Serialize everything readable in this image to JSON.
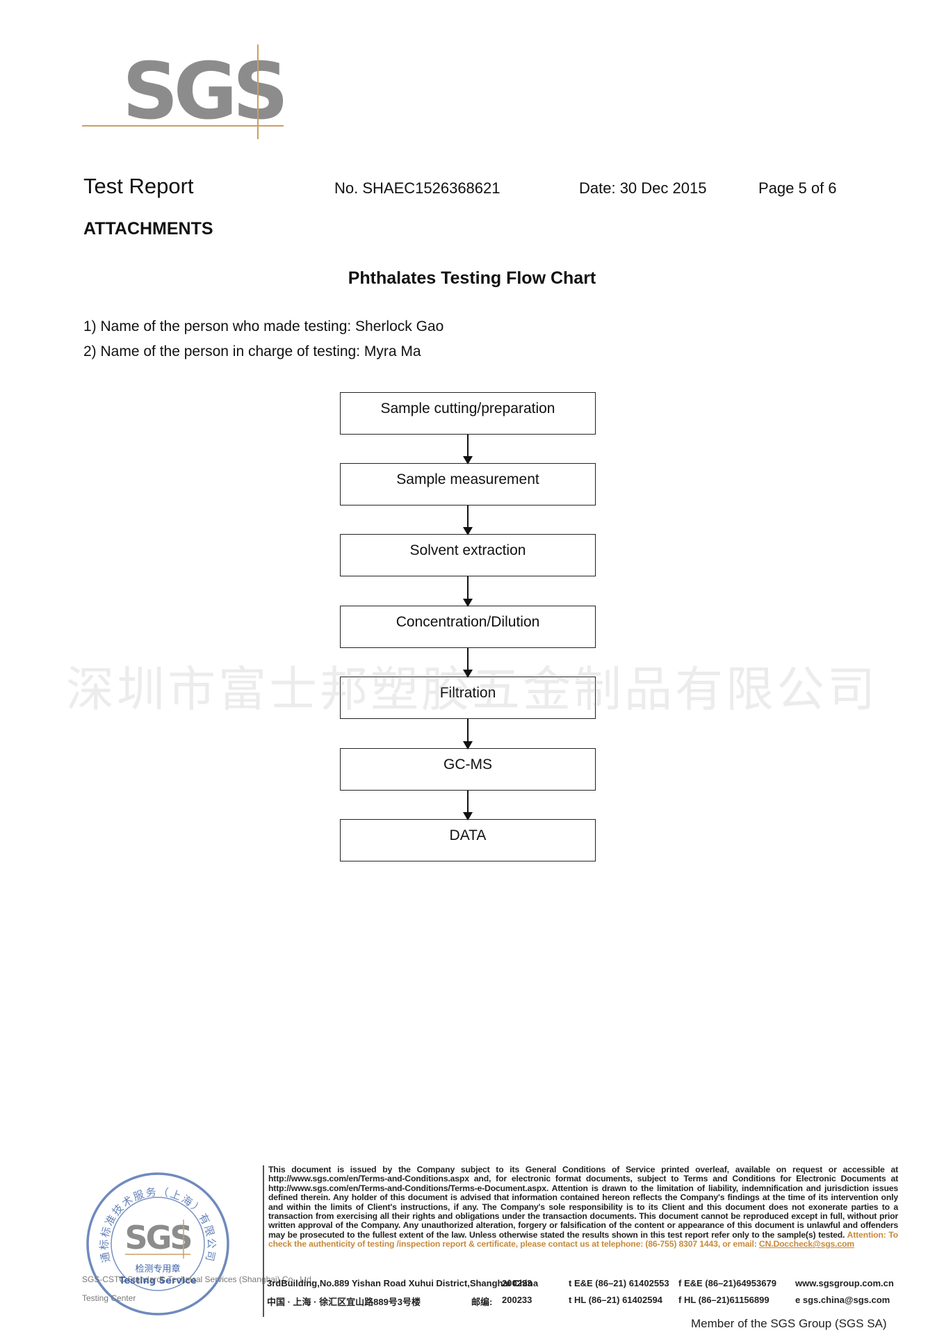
{
  "logo": {
    "text": "SGS"
  },
  "header": {
    "title": "Test Report",
    "number": "No. SHAEC1526368621",
    "date": "Date: 30 Dec 2015",
    "page": "Page 5 of 6"
  },
  "section": "ATTACHMENTS",
  "chart_title": "Phthalates Testing Flow Chart",
  "persons": [
    "1) Name of the person who made testing: Sherlock Gao",
    "2) Name of the person in charge of testing: Myra Ma"
  ],
  "flow_steps": [
    "Sample cutting/preparation",
    "Sample measurement",
    "Solvent extraction",
    "Concentration/Dilution",
    "Filtration",
    "GC-MS",
    "DATA"
  ],
  "watermark": "深圳市富士邦塑胶五金制品有限公司",
  "footer": {
    "disclaimer": "This document is issued by the Company subject to its General Conditions of Service printed overleaf, available on request or accessible at http://www.sgs.com/en/Terms-and-Conditions.aspx and, for electronic format documents, subject to Terms and Conditions for Electronic Documents at http://www.sgs.com/en/Terms-and-Conditions/Terms-e-Document.aspx. Attention is drawn to the limitation of liability, indemnification and jurisdiction issues defined therein. Any holder of this document is advised that information contained hereon reflects the Company's findings at the time of its intervention only and within the limits of Client's instructions, if any. The Company's sole responsibility is to its Client and this document does not exonerate parties to a transaction from exercising all their rights and obligations under the transaction documents. This document cannot be reproduced except in full, without prior written approval of the Company. Any unauthorized alteration, forgery or falsification of the content or appearance of this document is unlawful and offenders may be prosecuted to the fullest extent of the law. Unless otherwise stated the results shown in this test report refer only to the sample(s) tested.",
    "attention": "Attention: To check the authenticity of testing /inspection report & certificate, please contact us at telephone: (86-755) 8307 1443,",
    "email_prefix": "or email:",
    "email": "CN.Doccheck@sgs.com",
    "address_en": "3rdBuilding,No.889 Yishan Road Xuhui District,Shanghai China",
    "postcode_en": "200233",
    "tel_ee": "t E&E (86–21) 61402553",
    "fax_ee": "f E&E (86–21)64953679",
    "website": "www.sgsgroup.com.cn",
    "address_cn": "中国 · 上海 · 徐汇区宜山路889号3号楼",
    "postcode_label_cn": "邮编:",
    "postcode_cn": "200233",
    "tel_hl": "t HL (86–21) 61402594",
    "fax_hl": "f HL (86–21)61156899",
    "email_cn": "e sgs.china@sgs.com",
    "member": "Member of the SGS Group (SGS SA)"
  },
  "seal": {
    "ring_text": "通标标准技术服务（上海）有限公司",
    "logo": "SGS",
    "cn_label": "检测专用章",
    "en_label": "Testing Service"
  },
  "seal_overlap": {
    "line1": "SGS-CSTC Standards Technical Services (Shanghai) Co., Ltd.",
    "line2": "Testing Center"
  }
}
